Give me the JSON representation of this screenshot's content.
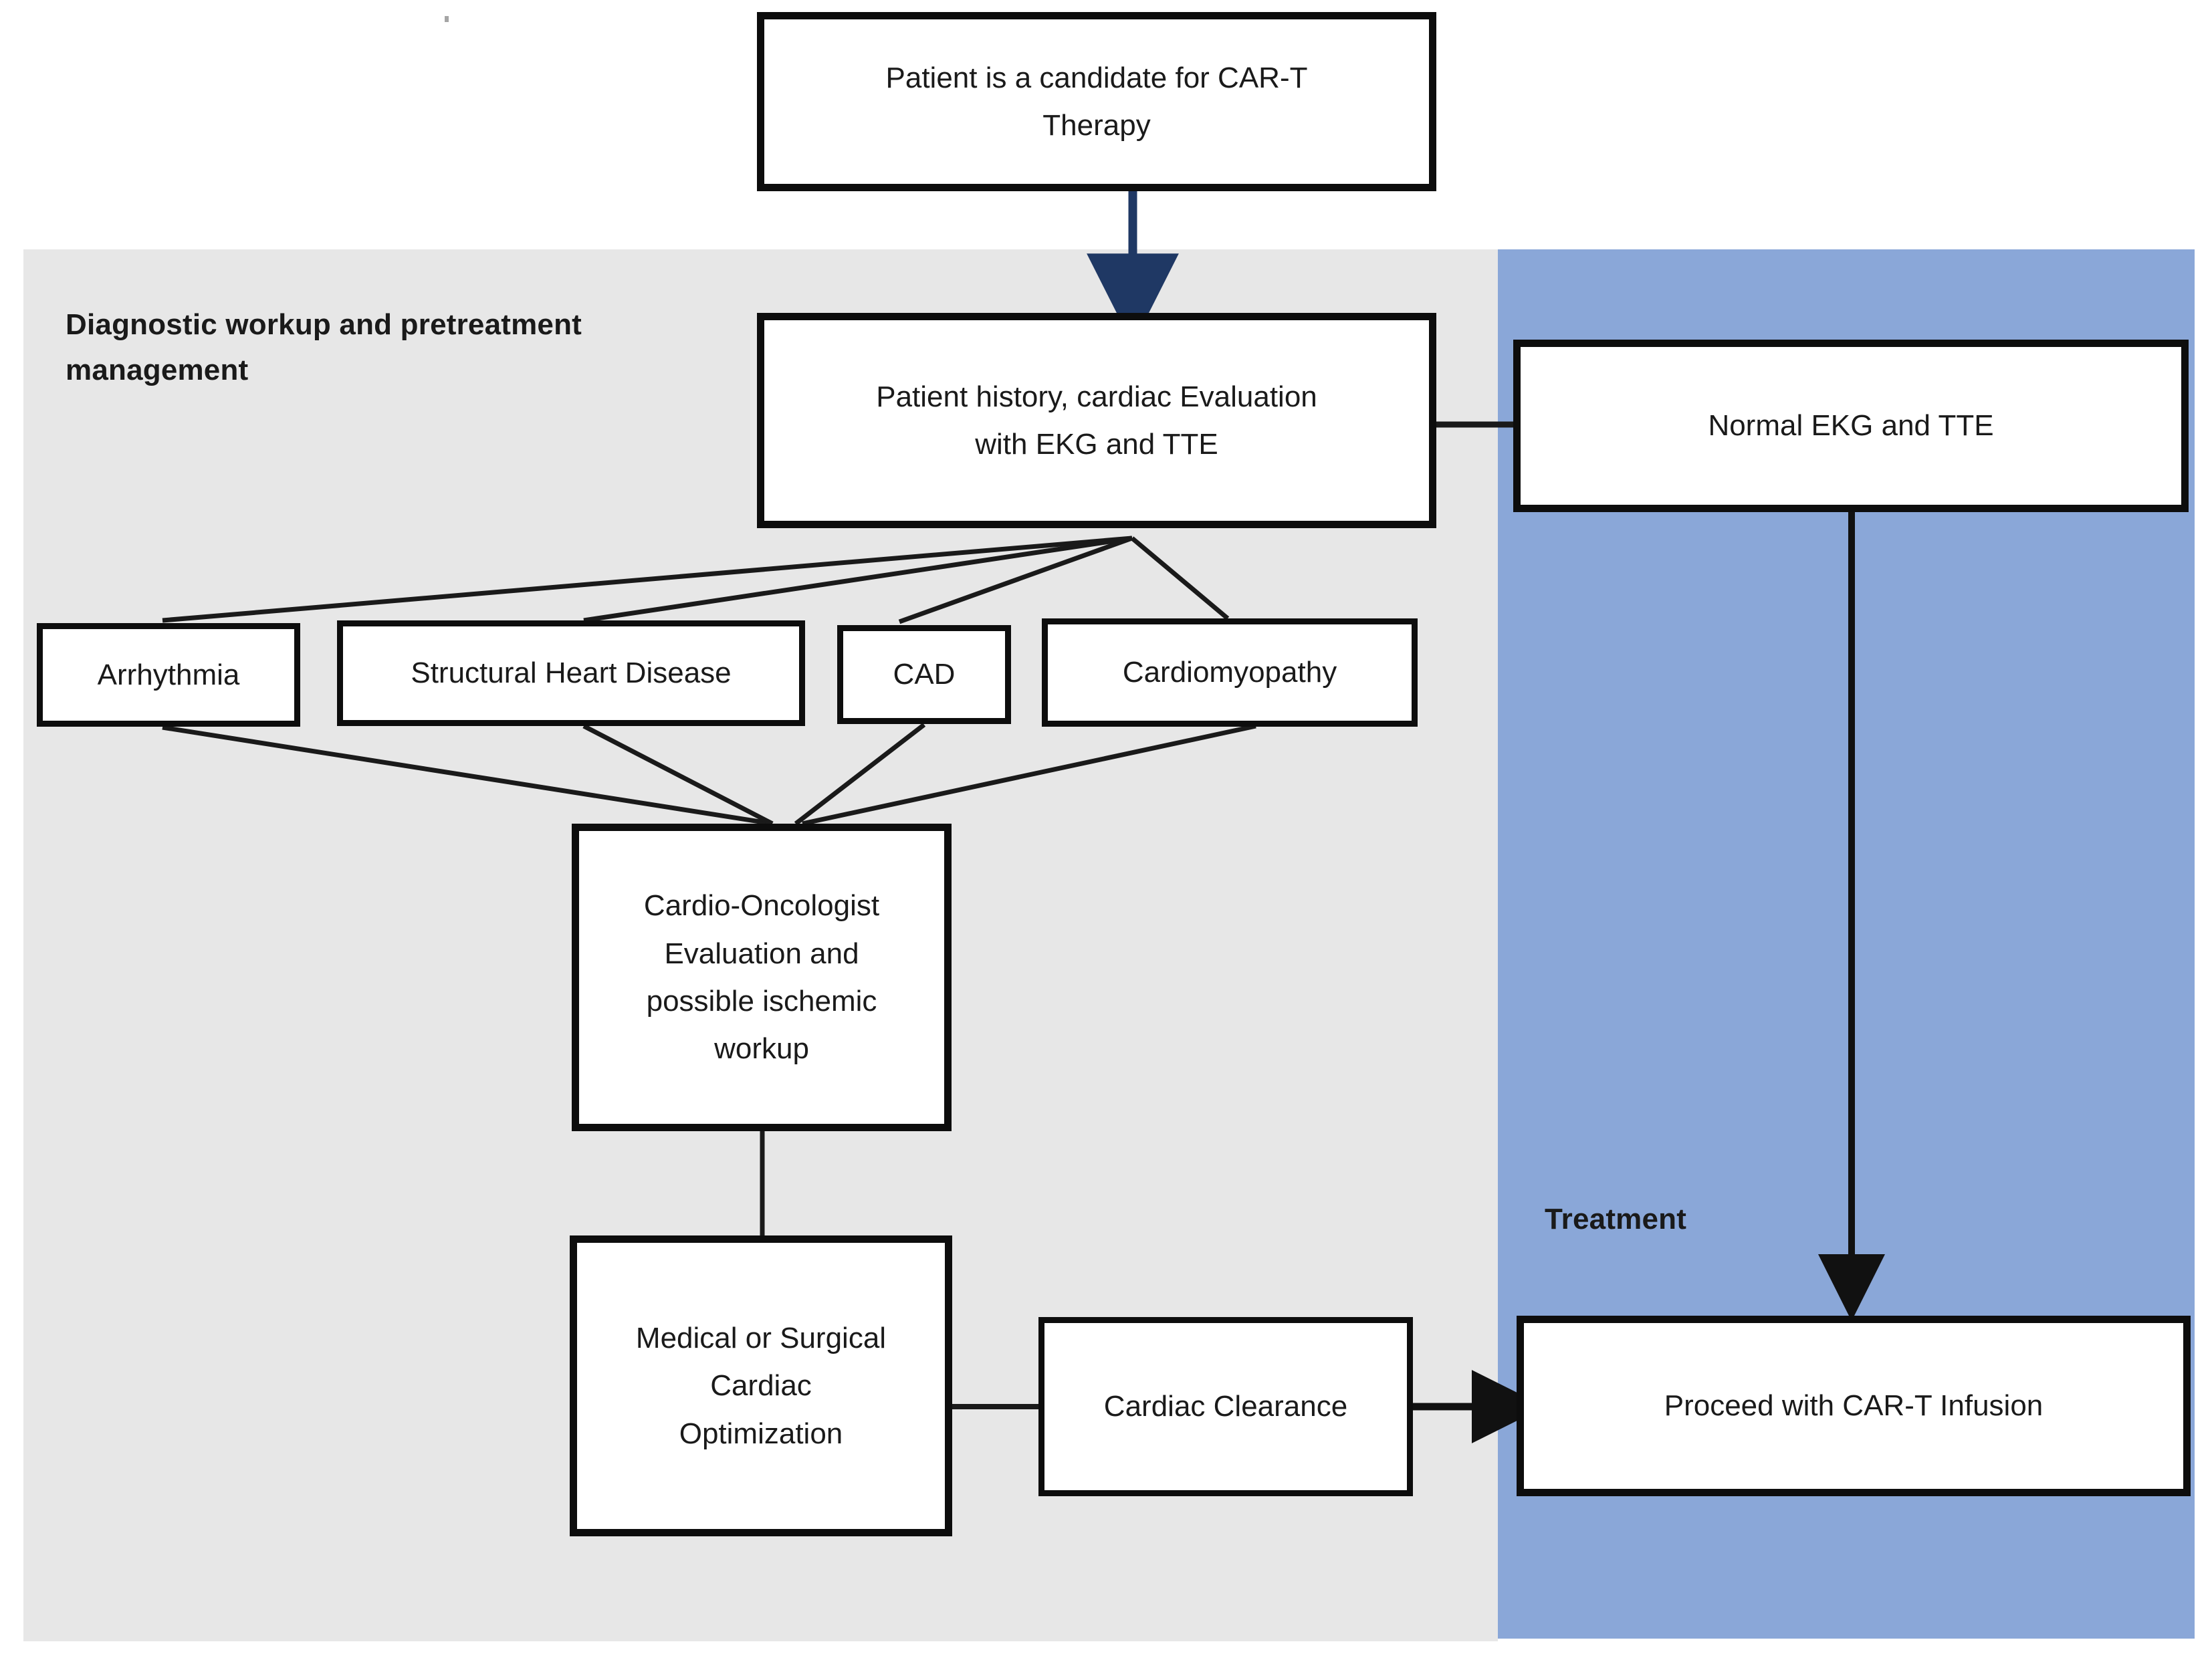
{
  "diagram": {
    "title_node": {
      "label": "Patient is a candidate for CAR-T\nTherapy"
    },
    "panels": [
      {
        "name": "diagnostic-panel",
        "label": "Diagnostic workup and pretreatment\nmanagement",
        "color": "#e7e7e7"
      },
      {
        "name": "treatment-panel",
        "label": "Treatment",
        "color": "#8aa7d8"
      }
    ],
    "nodes": {
      "patient_history": {
        "label": "Patient history, cardiac Evaluation\nwith EKG and TTE"
      },
      "normal_ekg": {
        "label": "Normal EKG and TTE"
      },
      "arrhythmia": {
        "label": "Arrhythmia"
      },
      "structural_heart_disease": {
        "label": "Structural Heart Disease"
      },
      "cad": {
        "label": "CAD"
      },
      "cardiomyopathy": {
        "label": "Cardiomyopathy"
      },
      "cardio_oncologist": {
        "label": "Cardio-Oncologist\nEvaluation and\npossible ischemic\nworkup"
      },
      "optimization": {
        "label": "Medical or Surgical\nCardiac\nOptimization"
      },
      "cardiac_clearance": {
        "label": "Cardiac Clearance"
      },
      "proceed_infusion": {
        "label": "Proceed with CAR-T Infusion"
      }
    },
    "colors": {
      "node_border": "#0d0d0d",
      "node_fill": "#ffffff",
      "connector": "#1a1a1a",
      "primary_arrow": "#1f3864",
      "diagnostic_panel_bg": "#e7e7e7",
      "treatment_panel_bg": "#8aa7d8",
      "text": "#1a1a1a",
      "page_bg": "#ffffff"
    },
    "edges": [
      {
        "name": "candidate-to-history",
        "from": "title_node",
        "to": "patient_history",
        "style": "arrow",
        "color": "#1f3864"
      },
      {
        "name": "history-to-normal-ekg",
        "from": "patient_history",
        "to": "normal_ekg",
        "style": "line"
      },
      {
        "name": "history-to-arrhythmia",
        "from": "patient_history",
        "to": "arrhythmia",
        "style": "line"
      },
      {
        "name": "history-to-structural",
        "from": "patient_history",
        "to": "structural_heart_disease",
        "style": "line"
      },
      {
        "name": "history-to-cad",
        "from": "patient_history",
        "to": "cad",
        "style": "line"
      },
      {
        "name": "history-to-cardiomyopathy",
        "from": "patient_history",
        "to": "cardiomyopathy",
        "style": "line"
      },
      {
        "name": "arrhythmia-to-cardio-onc",
        "from": "arrhythmia",
        "to": "cardio_oncologist",
        "style": "line"
      },
      {
        "name": "structural-to-cardio-onc",
        "from": "structural_heart_disease",
        "to": "cardio_oncologist",
        "style": "line"
      },
      {
        "name": "cad-to-cardio-onc",
        "from": "cad",
        "to": "cardio_oncologist",
        "style": "line"
      },
      {
        "name": "cardiomyopathy-to-cardio-onc",
        "from": "cardiomyopathy",
        "to": "cardio_oncologist",
        "style": "line"
      },
      {
        "name": "cardio-onc-to-optimization",
        "from": "cardio_oncologist",
        "to": "optimization",
        "style": "line"
      },
      {
        "name": "optimization-to-clearance",
        "from": "optimization",
        "to": "cardiac_clearance",
        "style": "line"
      },
      {
        "name": "clearance-to-infusion",
        "from": "cardiac_clearance",
        "to": "proceed_infusion",
        "style": "arrow"
      },
      {
        "name": "normal-ekg-to-infusion",
        "from": "normal_ekg",
        "to": "proceed_infusion",
        "style": "arrow"
      }
    ]
  }
}
